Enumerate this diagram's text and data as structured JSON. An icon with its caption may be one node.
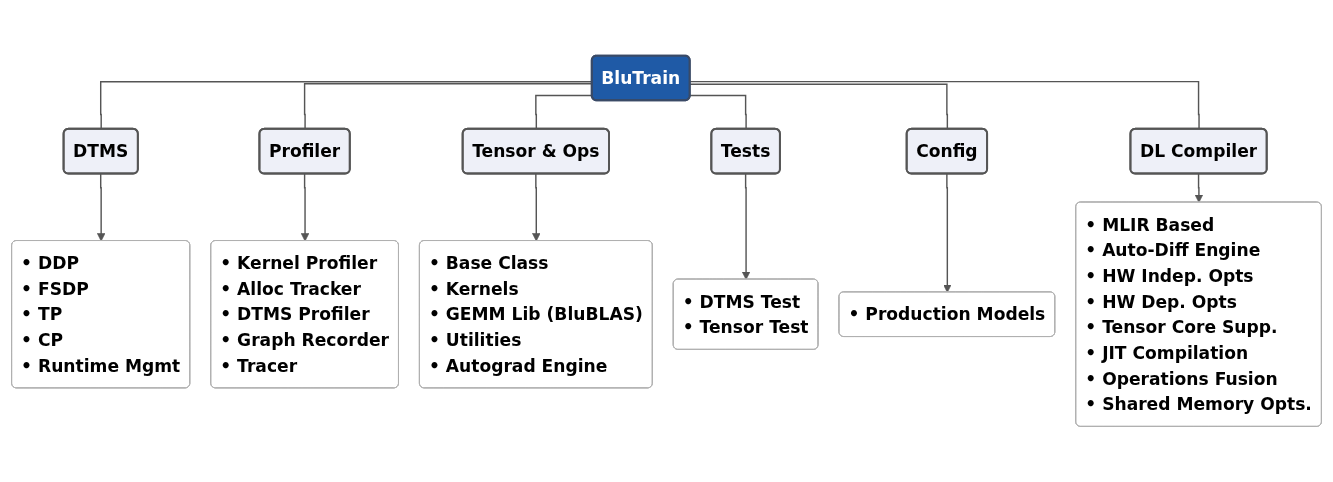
{
  "diagram": {
    "nodes": [
      {
        "text": [
          "BluTrain"
        ]
      },
      {
        "text": [
          "DTMS"
        ]
      },
      {
        "text": [
          "Profiler"
        ]
      },
      {
        "text": [
          "Tensor & Ops"
        ]
      },
      {
        "text": [
          "Tests"
        ]
      },
      {
        "text": [
          "Config"
        ]
      },
      {
        "text": [
          "DL Compiler"
        ]
      },
      {
        "text": [
          "• DDP",
          "• FSDP",
          "• TP",
          "• CP",
          "• Runtime Mgmt"
        ]
      },
      {
        "text": [
          "• Kernel Profiler",
          "• Alloc Tracker",
          "• DTMS Profiler",
          "• Graph Recorder",
          "• Tracer"
        ]
      },
      {
        "text": [
          "• Base Class",
          "• Kernels",
          "• GEMM Lib (BluBLAS)",
          "• Utilities",
          "• Autograd Engine"
        ]
      },
      {
        "text": [
          "• DTMS Test",
          "• Tensor Test"
        ]
      },
      {
        "text": [
          "• Production Models"
        ]
      },
      {
        "text": [
          "• MLIR Based",
          "• Auto-Diff Engine",
          "• HW Indep. Opts",
          "• HW Dep. Opts",
          "• Tensor Core Supp.",
          "• JIT Compilation",
          "• Operations Fusion",
          "• Shared Memory Opts."
        ]
      }
    ],
    "edges": [
      {
        "from": 0,
        "to": 1,
        "arrow": "none"
      },
      {
        "from": 0,
        "to": 2,
        "arrow": "none"
      },
      {
        "from": 0,
        "to": 3,
        "arrow": "none"
      },
      {
        "from": 0,
        "to": 4,
        "arrow": "none"
      },
      {
        "from": 0,
        "to": 5,
        "arrow": "none"
      },
      {
        "from": 0,
        "to": 6,
        "arrow": "none"
      },
      {
        "from": 1,
        "to": 7,
        "arrow": "to"
      },
      {
        "from": 2,
        "to": 8,
        "arrow": "to"
      },
      {
        "from": 3,
        "to": 9,
        "arrow": "to"
      },
      {
        "from": 4,
        "to": 10,
        "arrow": "to"
      },
      {
        "from": 5,
        "to": 11,
        "arrow": "to"
      },
      {
        "from": 6,
        "to": 12,
        "arrow": "to"
      }
    ]
  }
}
